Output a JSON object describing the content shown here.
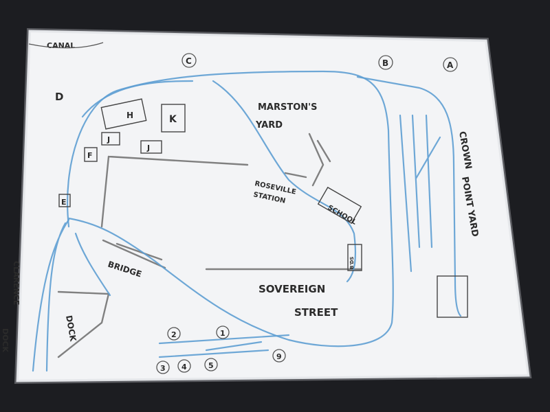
{
  "colors": {
    "background": "#1c1d21",
    "paper": "#f3f4f6",
    "track": "#5e9fd3",
    "pencil": "#6b6b6b",
    "ink": "#2b2b2b"
  },
  "labels": {
    "canal": "CANAL",
    "marstons_yard_1": "MARSTON'S",
    "marstons_yard_2": "YARD",
    "roseville_1": "ROSEVILLE",
    "roseville_2": "STATION",
    "school": "SCHOOL",
    "bridge": "BRIDGE",
    "sovereign": "SOVEREIGN",
    "street": "STREET",
    "crown_point_1": "CROWN",
    "crown_point_2": "POINT YARD",
    "clarence": "CLARENCE",
    "dock_vertical": "DOCK",
    "dock": "DOCK",
    "small_building": "B'DS"
  },
  "buildings": {
    "h": "H",
    "k": "K",
    "j1": "J",
    "j2": "J",
    "f": "F",
    "e": "E"
  },
  "markers": {
    "a": "A",
    "b": "B",
    "c": "C",
    "d": "D",
    "m1": "1",
    "m2": "2",
    "m3": "3",
    "m4": "4",
    "m5": "5",
    "m9": "9"
  }
}
